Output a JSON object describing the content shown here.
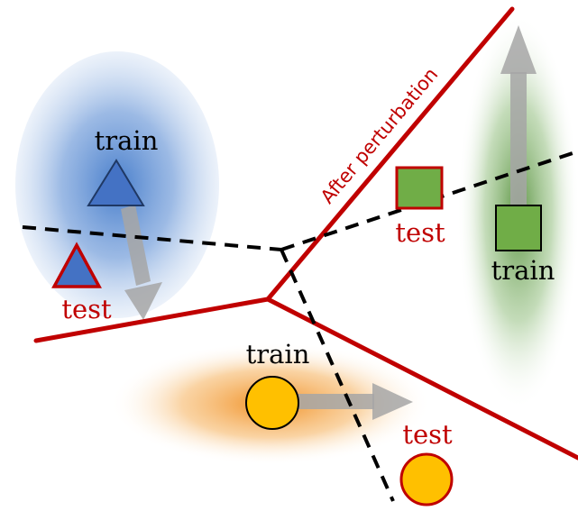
{
  "labels": {
    "after_perturbation": "After perturbation",
    "blue_train": "train",
    "blue_test": "test",
    "green_train": "train",
    "green_test": "test",
    "orange_train": "train",
    "orange_test": "test"
  },
  "colors": {
    "boundary": "#c00000",
    "dashed": "#000000",
    "blue_fill": "#4472c4",
    "green_fill": "#70ad47",
    "orange_fill": "#ffc000",
    "arrow": "#a6a6a6",
    "test_label": "#c00000",
    "train_label": "#000000"
  },
  "shapes": {
    "blue": "triangle",
    "green": "square",
    "orange": "circle"
  }
}
